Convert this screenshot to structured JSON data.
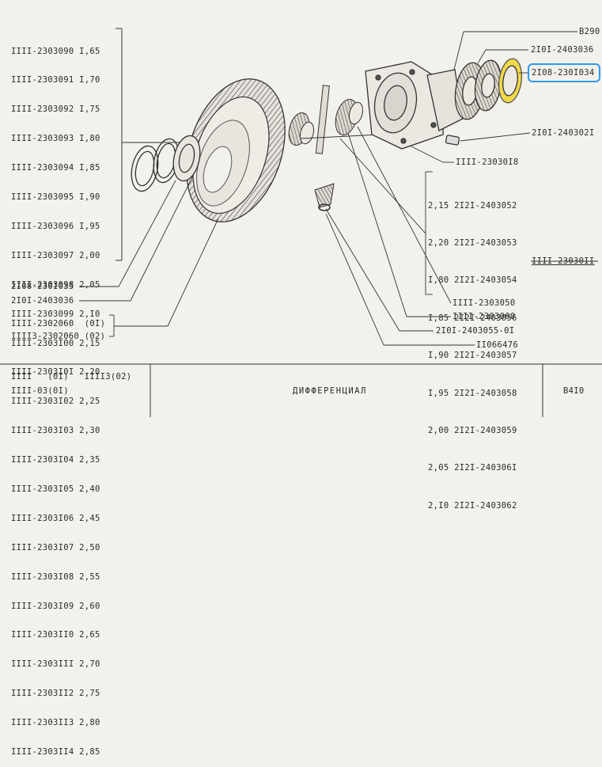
{
  "part_list": {
    "items": [
      {
        "code": "IIII-2303090",
        "value": "I,65"
      },
      {
        "code": "IIII-2303091",
        "value": "I,70"
      },
      {
        "code": "IIII-2303092",
        "value": "I,75"
      },
      {
        "code": "IIII-2303093",
        "value": "I,80"
      },
      {
        "code": "IIII-2303094",
        "value": "I,85"
      },
      {
        "code": "IIII-2303095",
        "value": "I,90"
      },
      {
        "code": "IIII-2303096",
        "value": "I,95"
      },
      {
        "code": "IIII-2303097",
        "value": "2,00"
      },
      {
        "code": "IIII-2303098",
        "value": "2,05"
      },
      {
        "code": "IIII-2303099",
        "value": "2,I0"
      },
      {
        "code": "IIII-2303I00",
        "value": "2,15"
      },
      {
        "code": "IIII-2303I0I",
        "value": "2,20"
      },
      {
        "code": "IIII-2303I02",
        "value": "2,25"
      },
      {
        "code": "IIII-2303I03",
        "value": "2,30"
      },
      {
        "code": "IIII-2303I04",
        "value": "2,35"
      },
      {
        "code": "IIII-2303I05",
        "value": "2,40"
      },
      {
        "code": "IIII-2303I06",
        "value": "2,45"
      },
      {
        "code": "IIII-2303I07",
        "value": "2,50"
      },
      {
        "code": "IIII-2303I08",
        "value": "2,55"
      },
      {
        "code": "IIII-2303I09",
        "value": "2,60"
      },
      {
        "code": "IIII-2303II0",
        "value": "2,65"
      },
      {
        "code": "IIII-2303III",
        "value": "2,70"
      },
      {
        "code": "IIII-2303II2",
        "value": "2,75"
      },
      {
        "code": "IIII-2303II3",
        "value": "2,80"
      },
      {
        "code": "IIII-2303II4",
        "value": "2,85"
      }
    ]
  },
  "right_list": {
    "items": [
      {
        "value": "2,15",
        "code": "2I2I-2403052"
      },
      {
        "value": "2,20",
        "code": "2I2I-2403053"
      },
      {
        "value": "I,80",
        "code": "2I2I-2403054"
      },
      {
        "value": "I,85",
        "code": "2I2I-2403056"
      },
      {
        "value": "I,90",
        "code": "2I2I-2403057"
      },
      {
        "value": "I,95",
        "code": "2I2I-2403058"
      },
      {
        "value": "2,00",
        "code": "2I2I-2403059"
      },
      {
        "value": "2,05",
        "code": "2I2I-240306I"
      },
      {
        "value": "2,I0",
        "code": "2I2I-2403062"
      }
    ]
  },
  "labels": {
    "b290": "B290",
    "p2101_2403036_top": "2I0I-2403036",
    "p2108_2301034": "2I08-230I034",
    "p2101_2403021": "2I0I-240302I",
    "p1111_2303018": "IIII-23030I8",
    "p1111_2303011": "IIII-23030II",
    "p1111_2303050": "IIII-2303050",
    "p1111_2303060": "IIII-2303060",
    "p2101_2403055": "2I0I-2403055-0I",
    "p1066476": "II066476",
    "p2108_2301035": "2I08-230I035",
    "p2101_2403036_left": "2I0I-2403036",
    "p1111_2302060": "IIII-2302060",
    "p1111_2302060_var": "(0I)",
    "p11113_2302060": "IIII3-2302060",
    "p11113_2302060_var": "(02)"
  },
  "footer": {
    "model_a": "IIII",
    "model_a_var": "(0I)",
    "model_b": "IIII3(02)",
    "model_c": "IIII-03(0I)",
    "title": "ДИФФЕРЕНЦИАЛ",
    "page": "B4I0"
  },
  "highlight_color": "#2e9bf0"
}
